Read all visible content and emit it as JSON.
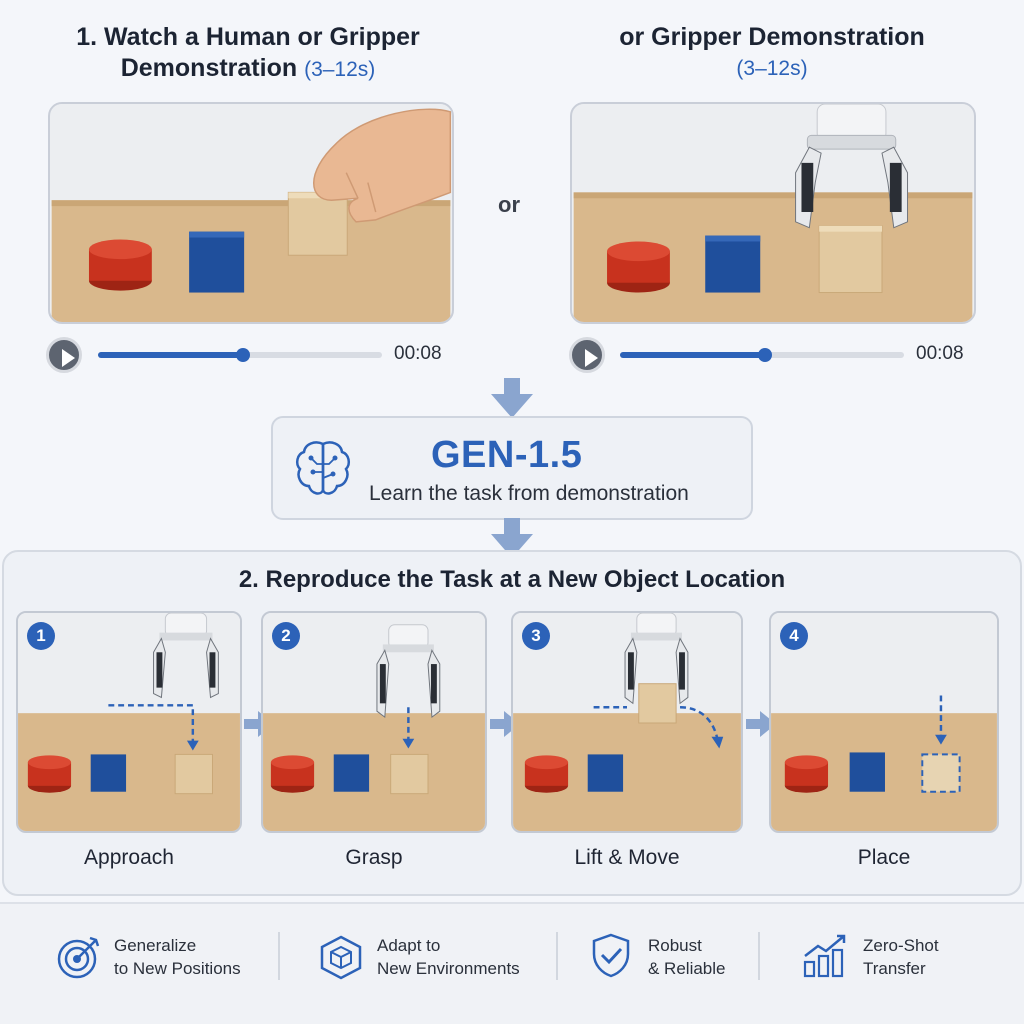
{
  "demo": {
    "human": {
      "title_line1": "1. Watch a Human or Gripper",
      "title_line2": "Demonstration",
      "duration": "(3–12s)",
      "time": "00:08",
      "progress": 0.51
    },
    "gripper": {
      "title_line1": "or Gripper Demonstration",
      "duration": "(3–12s)",
      "time": "00:08",
      "progress": 0.51
    },
    "or_label": "or"
  },
  "model": {
    "name": "GEN-1.5",
    "description": "Learn the task from demonstration"
  },
  "reproduce": {
    "title": "2. Reproduce the Task at a New Object Location",
    "steps": [
      {
        "number": "1",
        "label": "Approach"
      },
      {
        "number": "2",
        "label": "Grasp"
      },
      {
        "number": "3",
        "label": "Lift & Move"
      },
      {
        "number": "4",
        "label": "Place"
      }
    ]
  },
  "benefits": [
    {
      "icon": "target-icon",
      "line1": "Generalize",
      "line2": "to New Positions"
    },
    {
      "icon": "cube-icon",
      "line1": "Adapt to",
      "line2": "New Environments"
    },
    {
      "icon": "shield-check-icon",
      "line1": "Robust",
      "line2": "& Reliable"
    },
    {
      "icon": "growth-chart-icon",
      "line1": "Zero-Shot",
      "line2": "Transfer"
    }
  ],
  "colors": {
    "accent": "#2c62b8",
    "red_object": "#c8321e",
    "blue_object": "#1f4f9c",
    "wood_block": "#e2c9a0"
  }
}
